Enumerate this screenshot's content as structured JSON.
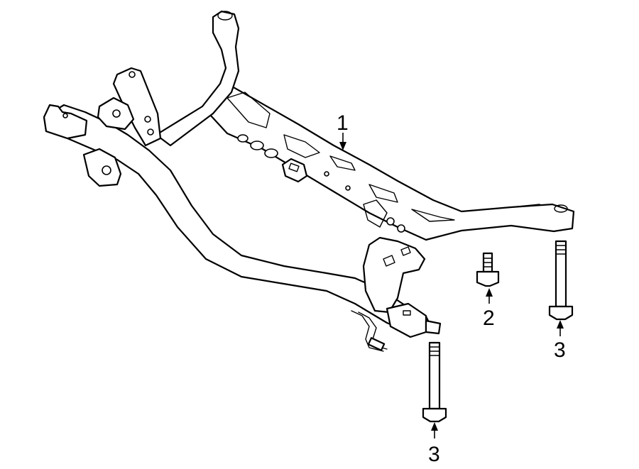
{
  "callouts": [
    {
      "label": "1",
      "part": "subframe"
    },
    {
      "label": "2",
      "part": "bolt-short"
    },
    {
      "label": "3",
      "part": "bolt-long-right"
    },
    {
      "label": "3",
      "part": "bolt-long-bottom"
    }
  ],
  "colors": {
    "line": "#000000",
    "background": "#ffffff"
  }
}
